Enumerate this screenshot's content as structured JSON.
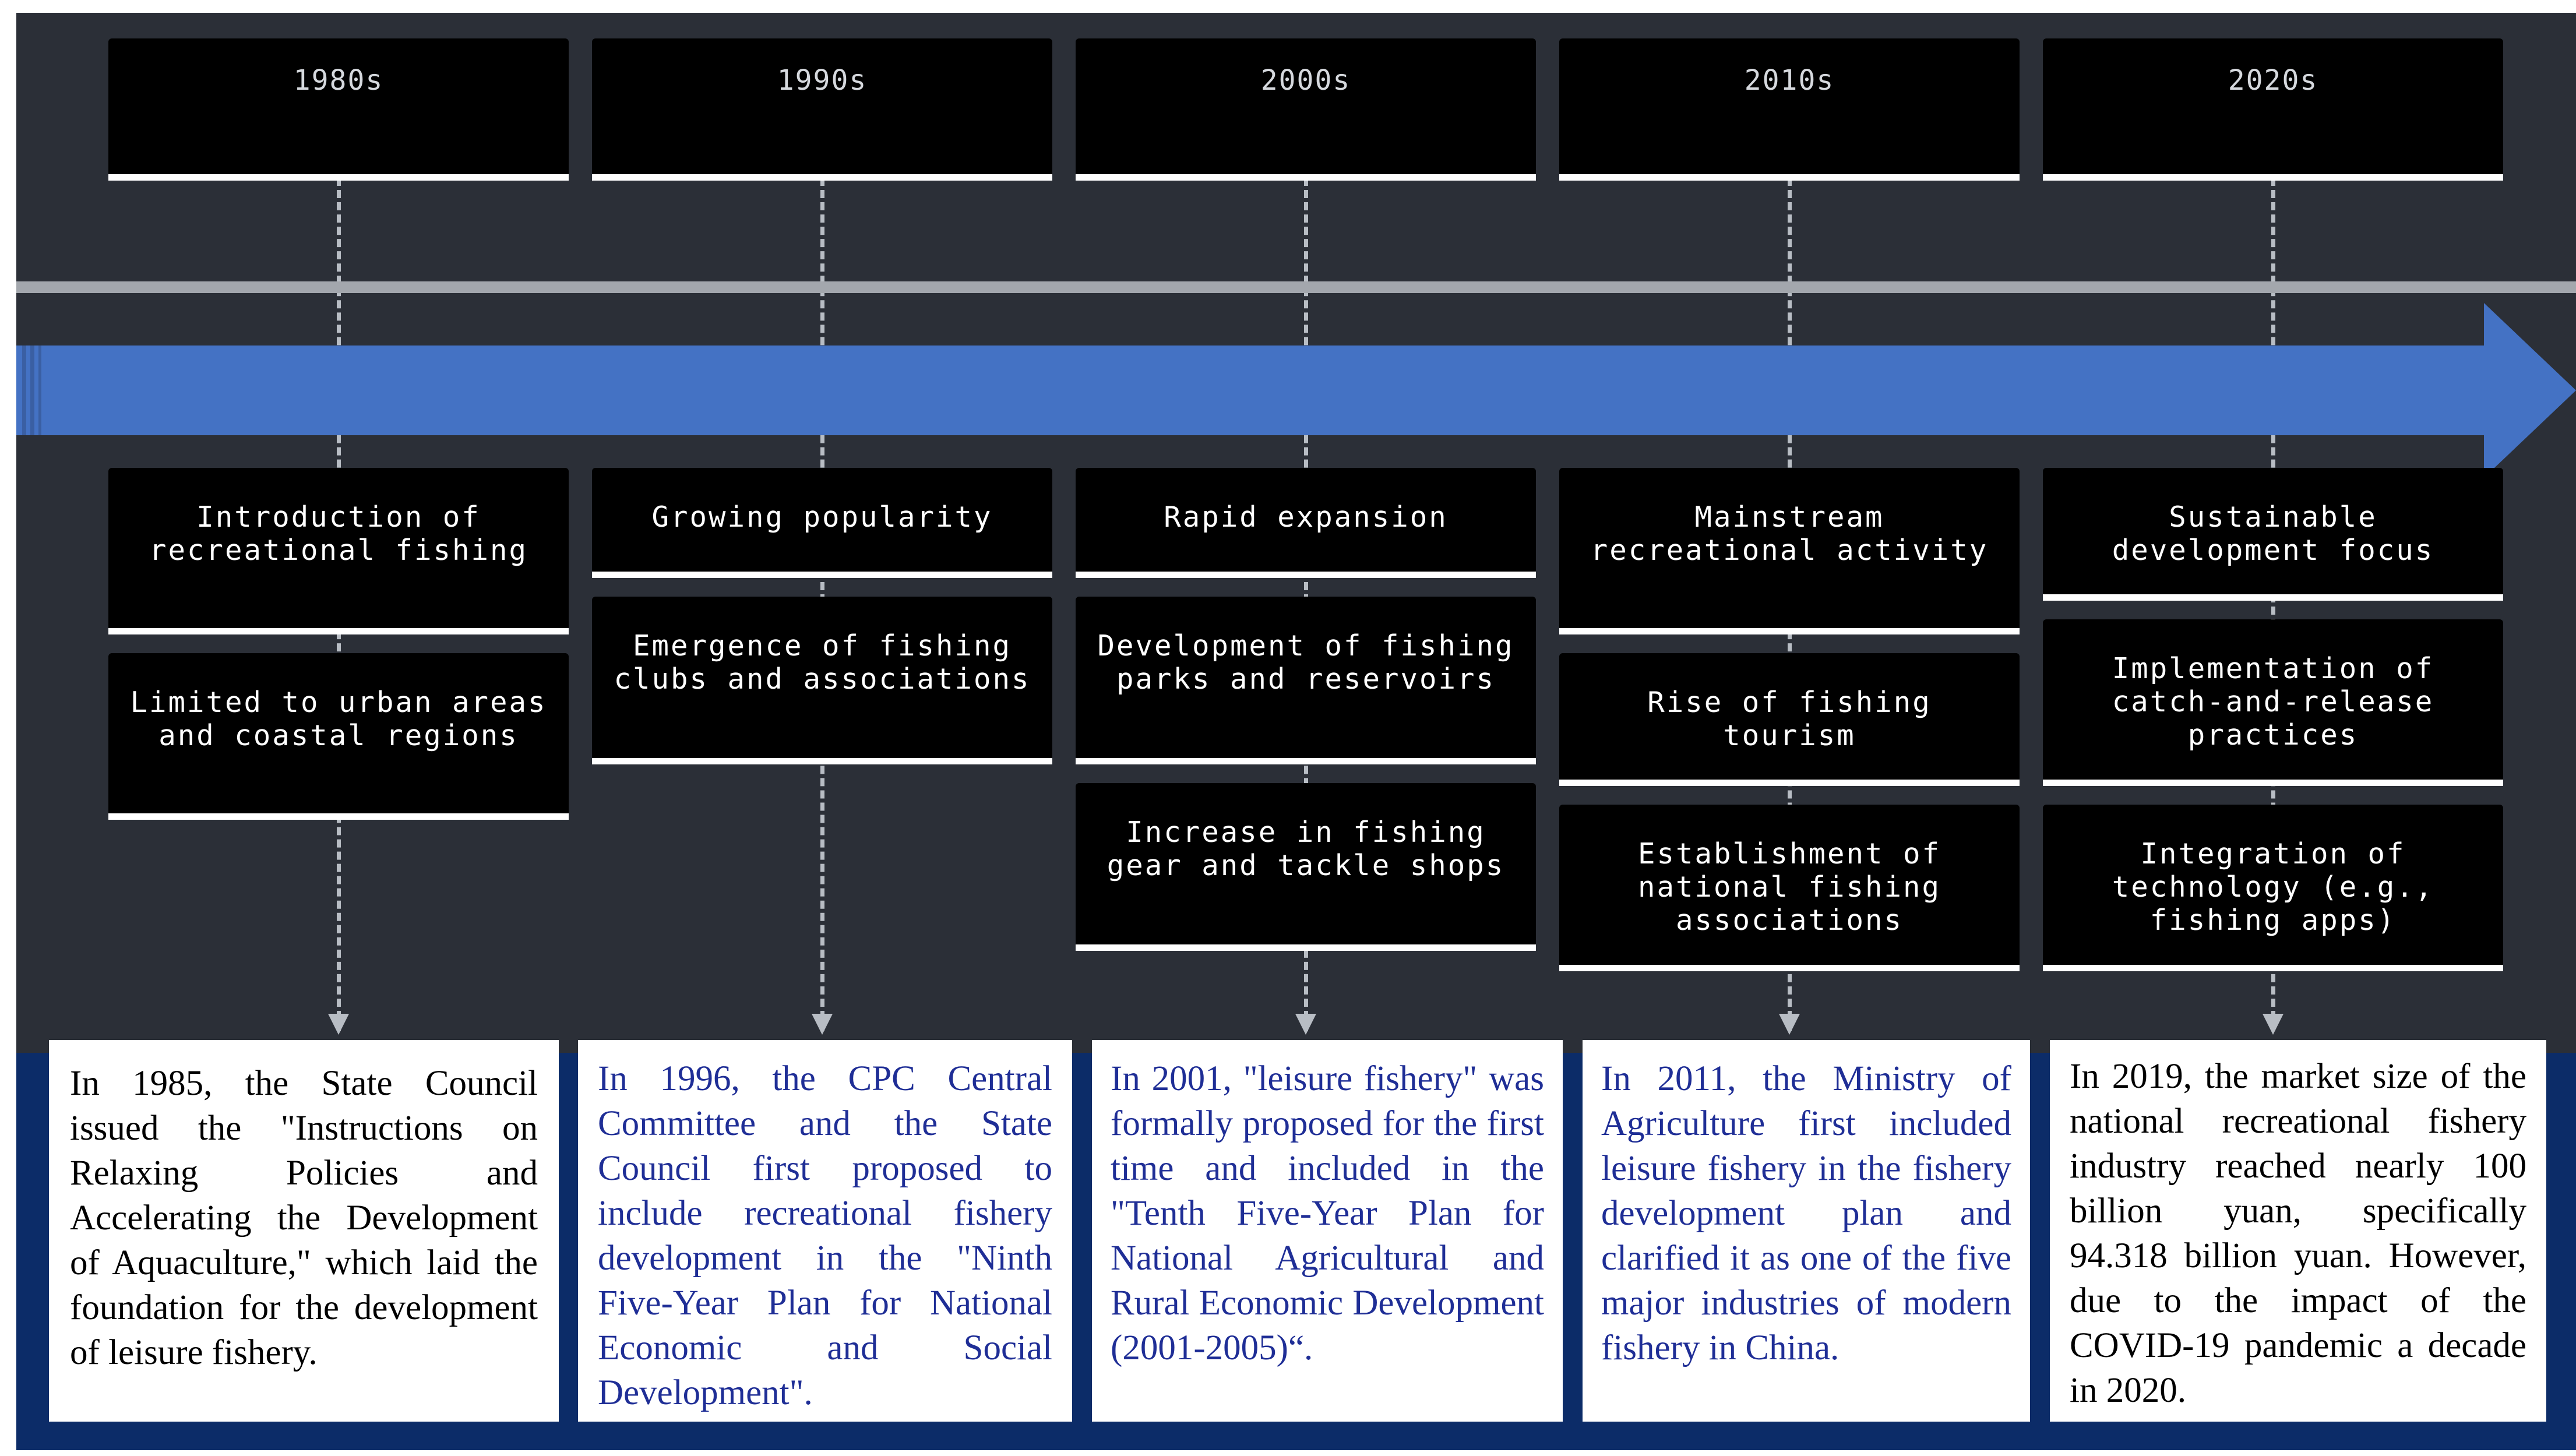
{
  "colors": {
    "top_background": "#2b2f37",
    "bottom_background": "#0c2c68",
    "arrow": "#4472c4",
    "box": "#000000",
    "box_underline": "#ffffff",
    "connector": "#b8bdc4"
  },
  "timeline": [
    {
      "decade": "1980s",
      "events": [
        "Introduction of recreational fishing",
        "Limited to urban areas and coastal regions"
      ],
      "note": "In 1985, the State Council issued the \"Instructions on Relaxing Policies and Accelerating the Development of Aquaculture,\" which laid the foundation for the development of leisure fishery."
    },
    {
      "decade": "1990s",
      "events": [
        "Growing popularity",
        "Emergence of fishing clubs and associations"
      ],
      "note": "In 1996, the CPC Central Committee and the State Council first proposed to include recreational fishery development in the \"Ninth Five-Year Plan for National Economic and Social Development\"."
    },
    {
      "decade": "2000s",
      "events": [
        "Rapid expansion",
        "Development of fishing parks and reservoirs",
        "Increase in fishing gear and tackle shops"
      ],
      "note": "In 2001, \"leisure fishery\" was formally proposed for the first time and included in the \"Tenth Five-Year Plan for National Agricultural and Rural Economic Development (2001-2005)“."
    },
    {
      "decade": "2010s",
      "events": [
        "Mainstream recreational activity",
        "Rise of fishing tourism",
        "Establishment of national fishing associations"
      ],
      "note": "In 2011, the Ministry of Agriculture first included leisure fishery in the fishery development plan and clarified it as one of the five major industries of modern fishery in China."
    },
    {
      "decade": "2020s",
      "events": [
        "Sustainable development focus",
        "Implementation of catch-and-release practices",
        "Integration of technology (e.g., fishing apps)"
      ],
      "note": "In 2019, the market size of the national recreational fishery industry reached nearly 100 billion yuan, specifically 94.318 billion yuan. However, due to the impact of the COVID-19 pandemic a decade in 2020."
    }
  ]
}
